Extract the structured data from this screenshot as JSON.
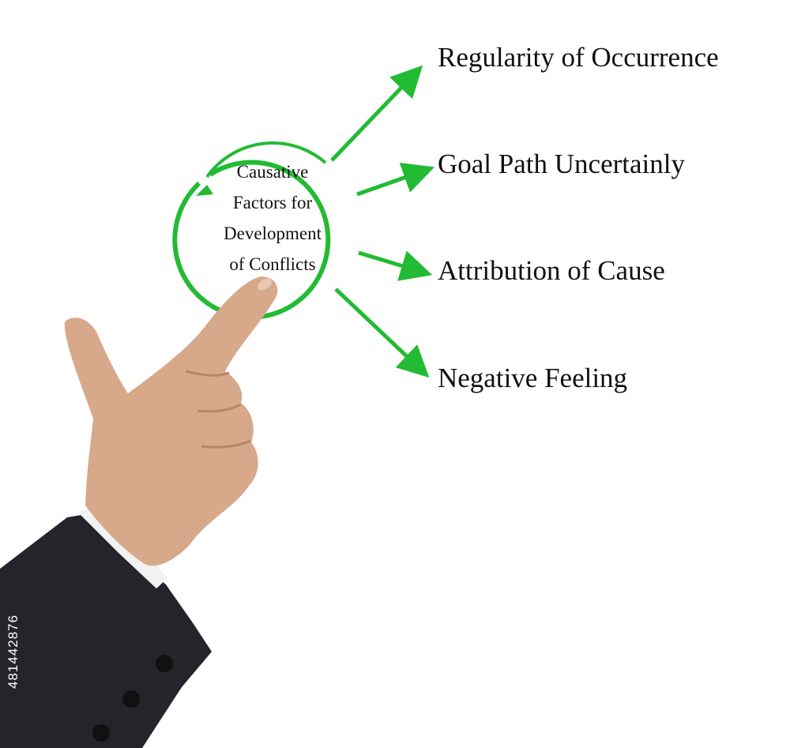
{
  "center": {
    "lines": [
      "Causative",
      "Factors for",
      "Development",
      "of Conflicts"
    ]
  },
  "branches": [
    {
      "label": "Regularity of Occurrence"
    },
    {
      "label": "Goal Path Uncertainly"
    },
    {
      "label": "Attribution of Cause"
    },
    {
      "label": "Negative Feeling"
    }
  ],
  "stock_id": "481442876",
  "colors": {
    "accent": "#22bb33",
    "text": "#111111",
    "background": "#ffffff"
  },
  "icons": {
    "pointer": "pointing-hand-icon"
  }
}
